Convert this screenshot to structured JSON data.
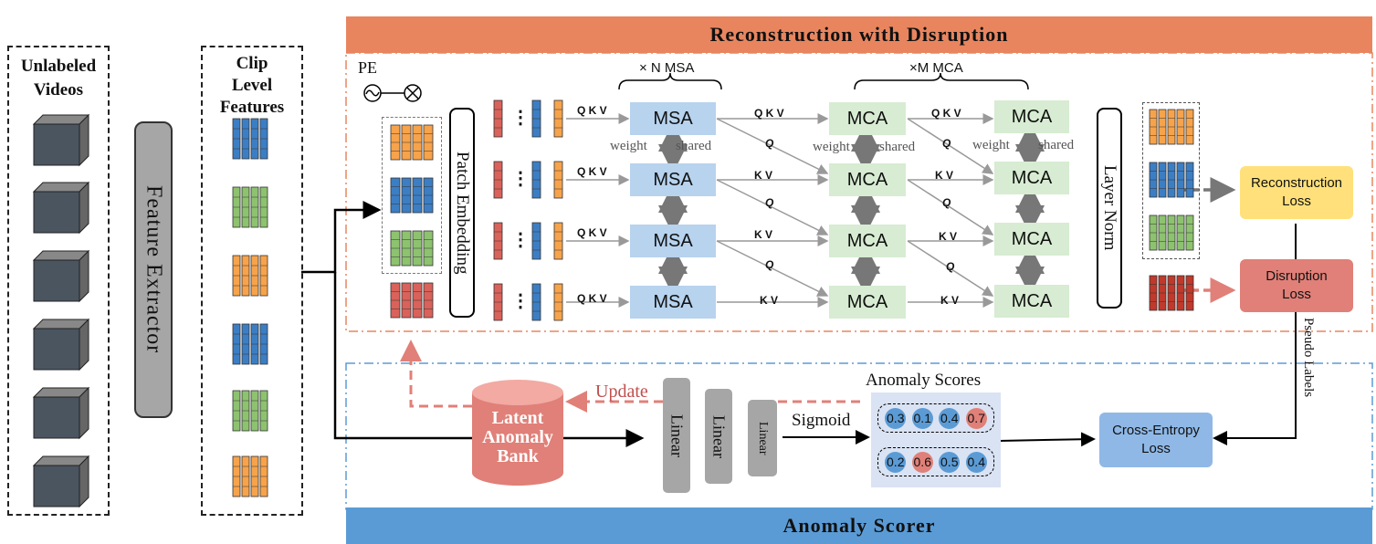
{
  "sections": {
    "top_title": "Reconstruction with Disruption",
    "bottom_title": "Anomaly Scorer"
  },
  "left": {
    "videos_label_1": "Unlabeled",
    "videos_label_2": "Videos",
    "extractor_label": "Feature Extractor",
    "features_label_1": "Clip",
    "features_label_2": "Level",
    "features_label_3": "Features"
  },
  "recon": {
    "pe_label": "PE",
    "patch_embedding": "Patch Embedding",
    "msa_header": "× N MSA",
    "mca_header": "×M MCA",
    "msa": "MSA",
    "mca": "MCA",
    "qkv": "Q K V",
    "kv": "K V",
    "q": "Q",
    "weight": "weight",
    "shared": "shared",
    "dots": "⋮",
    "layer_norm": "Layer Norm",
    "reconstruction_loss_1": "Reconstruction",
    "reconstruction_loss_2": "Loss",
    "disruption_loss_1": "Disruption",
    "disruption_loss_2": "Loss"
  },
  "scorer": {
    "bank_1": "Latent",
    "bank_2": "Anomaly",
    "bank_3": "Bank",
    "update": "Update",
    "linear": "Linear",
    "sigmoid": "Sigmoid",
    "scores_title": "Anomaly Scores",
    "row1": [
      "0.3",
      "0.1",
      "0.4",
      "0.7"
    ],
    "row2": [
      "0.2",
      "0.6",
      "0.5",
      "0.4"
    ],
    "ce_1": "Cross-Entropy",
    "ce_2": "Loss",
    "pseudo_labels": "Pseudo Labels"
  },
  "colors": {
    "orange": "#e8855f",
    "blue_bar": "#5b9bd5",
    "msa": "#b7d3ee",
    "mca": "#d7ecd2",
    "recon_loss": "#ffe07a",
    "disruption_loss": "#e08078",
    "ce_loss": "#8fb8e6",
    "bank": "#e08078"
  }
}
